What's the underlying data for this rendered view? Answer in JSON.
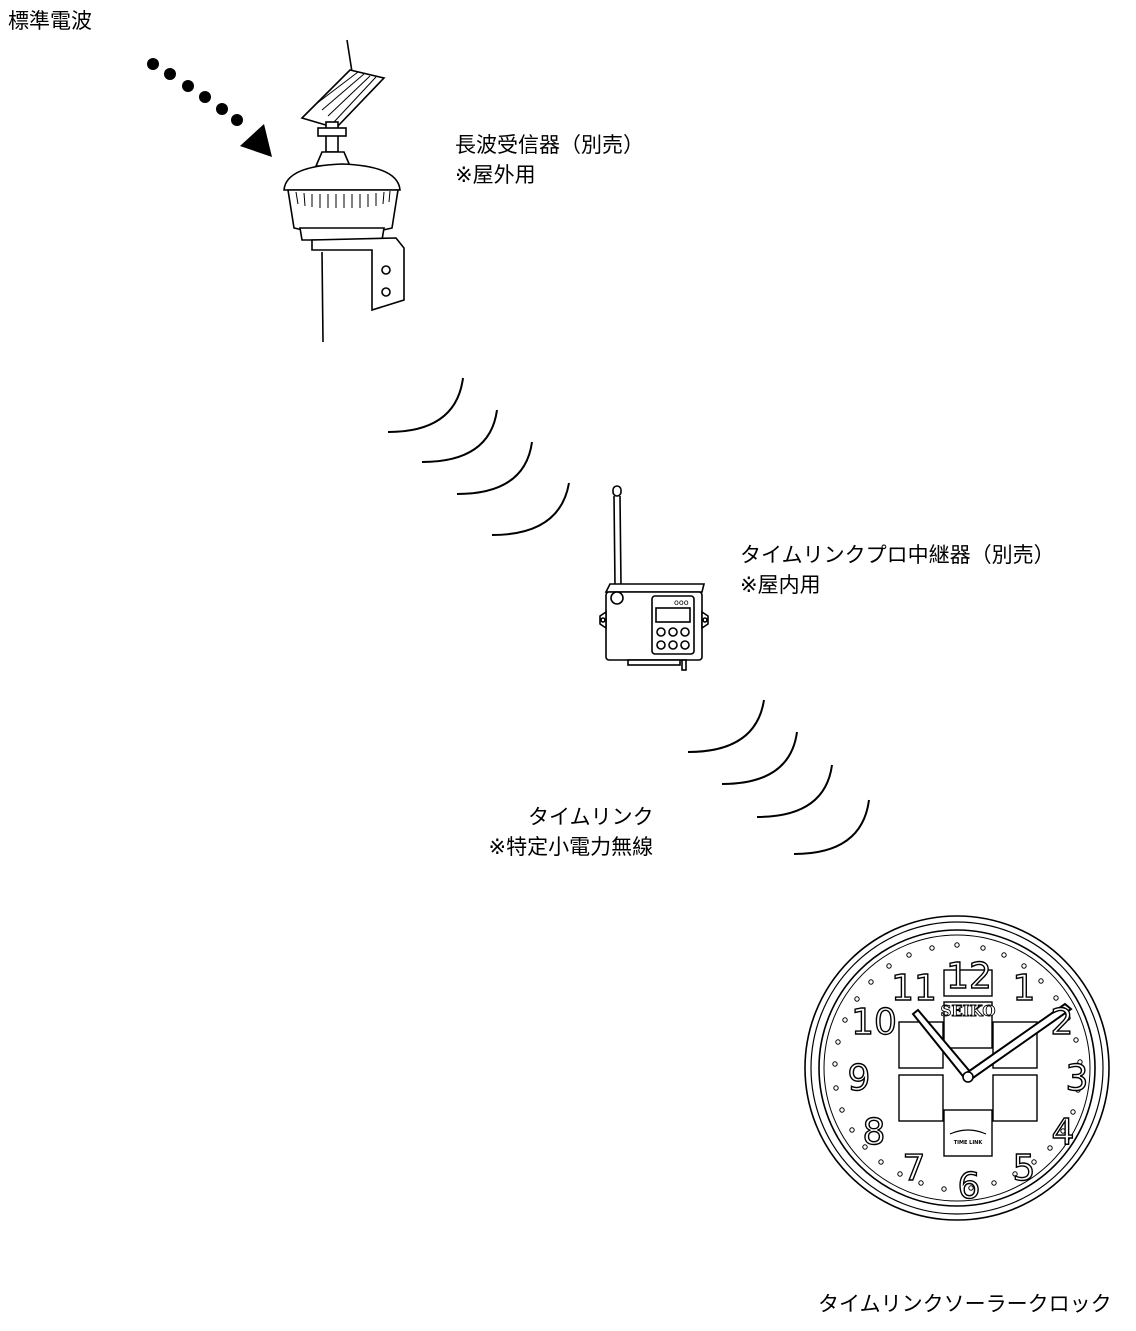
{
  "labels": {
    "standard_wave": "標準電波",
    "receiver_line1": "長波受信器（別売）",
    "receiver_line2": "※屋外用",
    "relay_line1": "タイムリンクプロ中継器（別売）",
    "relay_line2": "※屋内用",
    "timelink_line1": "タイムリンク",
    "timelink_line2": "※特定小電力無線",
    "clock_caption": "タイムリンクソーラークロック"
  },
  "clock": {
    "brand": "SEIKO",
    "sub_logo": "TIME LINK",
    "numerals": [
      "12",
      "1",
      "2",
      "3",
      "4",
      "5",
      "6",
      "7",
      "8",
      "9",
      "10",
      "11"
    ]
  },
  "relay_display": {
    "indicator": "ooo"
  },
  "colors": {
    "line": "#000000",
    "background": "#ffffff"
  }
}
